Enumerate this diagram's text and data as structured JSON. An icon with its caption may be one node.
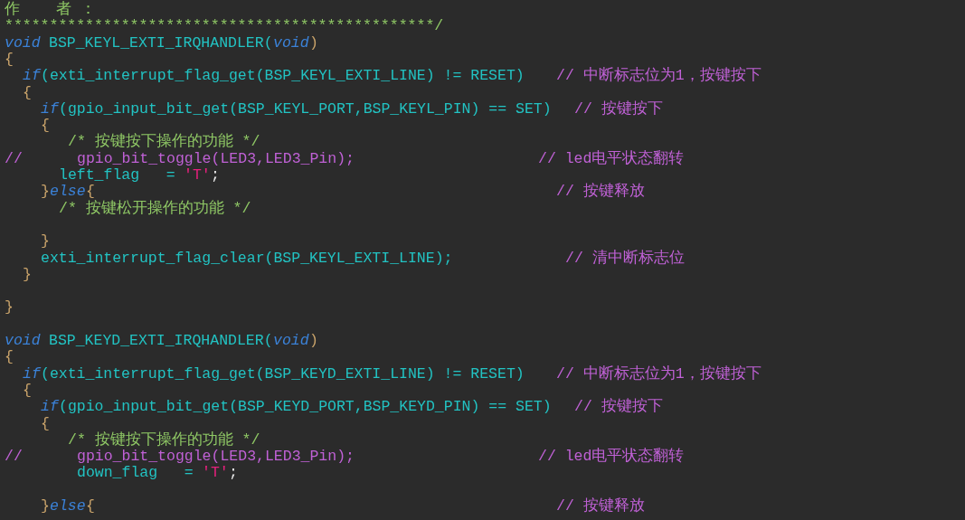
{
  "diagram": {
    "labels": [
      "作    者 ：",
      "************************************************/",
      "void",
      "BSP_KEYL_EXTI_IRQHANDLER(",
      "void",
      ")",
      "{",
      "if",
      "(exti_interrupt_flag_get(BSP_KEYL_EXTI_LINE) != RESET)",
      "// 中断标志位为1，按键按下",
      "{",
      "if",
      "(gpio_input_bit_get(BSP_KEYL_PORT,BSP_KEYL_PIN) == SET)",
      "// 按键按下",
      "{",
      "/* 按键按下操作的功能 */",
      "//",
      "gpio_bit_toggle(LED3,LED3_Pin);",
      "// led电平状态翻转",
      "left_flag   =",
      "'T'",
      ";",
      "}",
      "else",
      "{",
      "// 按键释放",
      "/* 按键松开操作的功能 */",
      "}",
      "exti_interrupt_flag_clear(BSP_KEYL_EXTI_LINE);",
      "// 清中断标志位",
      "}",
      "}",
      "void",
      "BSP_KEYD_EXTI_IRQHANDLER(",
      "void",
      ")",
      "{",
      "if",
      "(exti_interrupt_flag_get(BSP_KEYD_EXTI_LINE) != RESET)",
      "// 中断标志位为1，按键按下",
      "{",
      "if",
      "(gpio_input_bit_get(BSP_KEYD_PORT,BSP_KEYD_PIN) == SET)",
      "// 按键按下",
      "{",
      "/* 按键按下操作的功能 */",
      "//",
      "gpio_bit_toggle(LED3,LED3_Pin);",
      "// led电平状态翻转",
      "down_flag   =",
      "'T'",
      ";",
      "}",
      "else",
      "{",
      "// 按键释放"
    ]
  }
}
